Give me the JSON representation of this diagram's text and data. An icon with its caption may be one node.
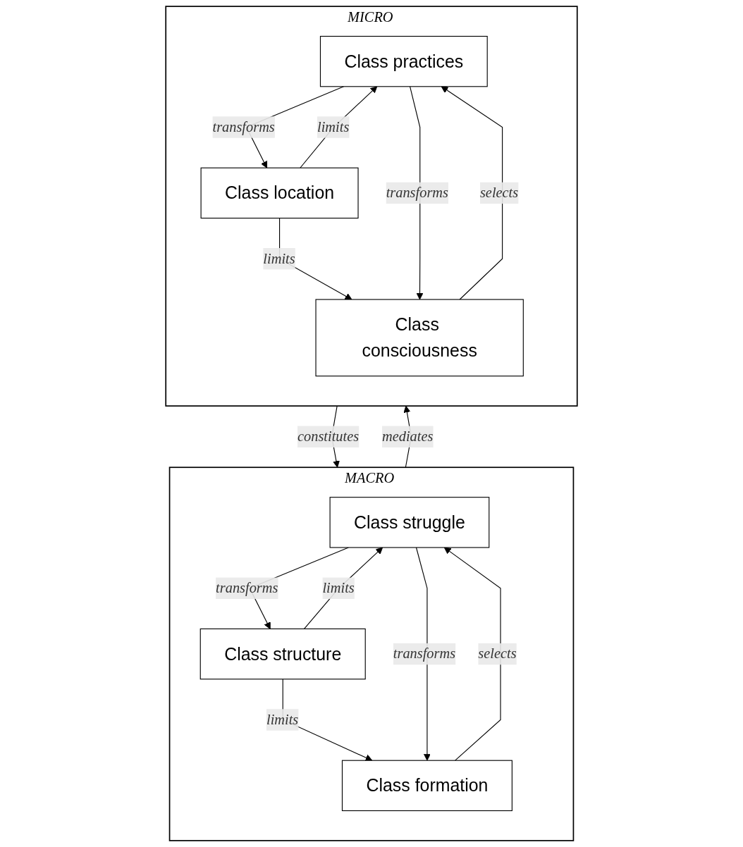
{
  "diagram": {
    "nodes": [
      {
        "text": [
          "MACRO"
        ]
      },
      {
        "text": [
          "Class struggle"
        ],
        "in": 0
      },
      {
        "text": [
          "Class structure"
        ],
        "in": 0
      },
      {
        "text": [
          "Class formation"
        ],
        "in": 0
      },
      {
        "text": [
          "MICRO"
        ]
      },
      {
        "text": [
          "Class practices"
        ],
        "in": 4
      },
      {
        "text": [
          "Class location"
        ],
        "in": 4
      },
      {
        "text": [
          "Class consciousness"
        ],
        "in": 4
      }
    ],
    "edges": [
      {
        "from": 1,
        "to": 2,
        "arrow": "to",
        "label": "transforms"
      },
      {
        "from": 2,
        "to": 1,
        "arrow": "to",
        "label": "limits"
      },
      {
        "from": 2,
        "to": 3,
        "arrow": "to",
        "label": "limits"
      },
      {
        "from": 3,
        "to": 1,
        "arrow": "to",
        "label": "selects"
      },
      {
        "from": 1,
        "to": 3,
        "arrow": "to",
        "label": "transforms"
      },
      {
        "from": 0,
        "to": 4,
        "arrow": "to",
        "label": "mediates"
      },
      {
        "from": 4,
        "to": 0,
        "arrow": "to",
        "label": "constitutes"
      },
      {
        "from": 5,
        "to": 6,
        "arrow": "to",
        "label": "transforms"
      },
      {
        "from": 6,
        "to": 5,
        "arrow": "to",
        "label": "limits"
      },
      {
        "from": 6,
        "to": 7,
        "arrow": "to",
        "label": "limits"
      },
      {
        "from": 7,
        "to": 5,
        "arrow": "to",
        "label": "selects"
      },
      {
        "from": 5,
        "to": 7,
        "arrow": "to",
        "label": "transforms"
      }
    ]
  }
}
